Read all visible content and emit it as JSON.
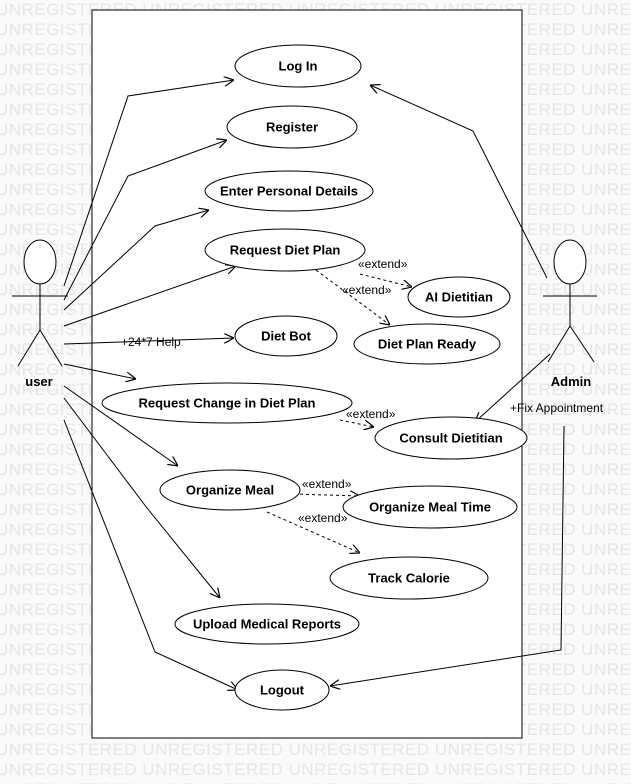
{
  "watermark": "UNREGISTERED",
  "colors": {
    "line": "#000000",
    "ellipse_fill": "#ffffff",
    "watermark": "#e6e6e6"
  },
  "actors": {
    "user": "user",
    "admin": "Admin"
  },
  "use_cases": {
    "login": "Log In",
    "register": "Register",
    "personal_details": "Enter Personal Details",
    "request_diet_plan": "Request Diet Plan",
    "ai_dietitian": "AI Dietitian",
    "diet_bot": "Diet Bot",
    "diet_plan_ready": "Diet Plan Ready",
    "request_change": "Request Change in Diet Plan",
    "consult_dietitian": "Consult Dietitian",
    "organize_meal": "Organize Meal",
    "organize_meal_time": "Organize Meal Time",
    "track_calorie": "Track Calorie",
    "upload_reports": "Upload Medical Reports",
    "logout": "Logout"
  },
  "labels": {
    "extend": "«extend»",
    "help": "+24*7 Help",
    "fix_appointment": "+Fix Appointment"
  }
}
